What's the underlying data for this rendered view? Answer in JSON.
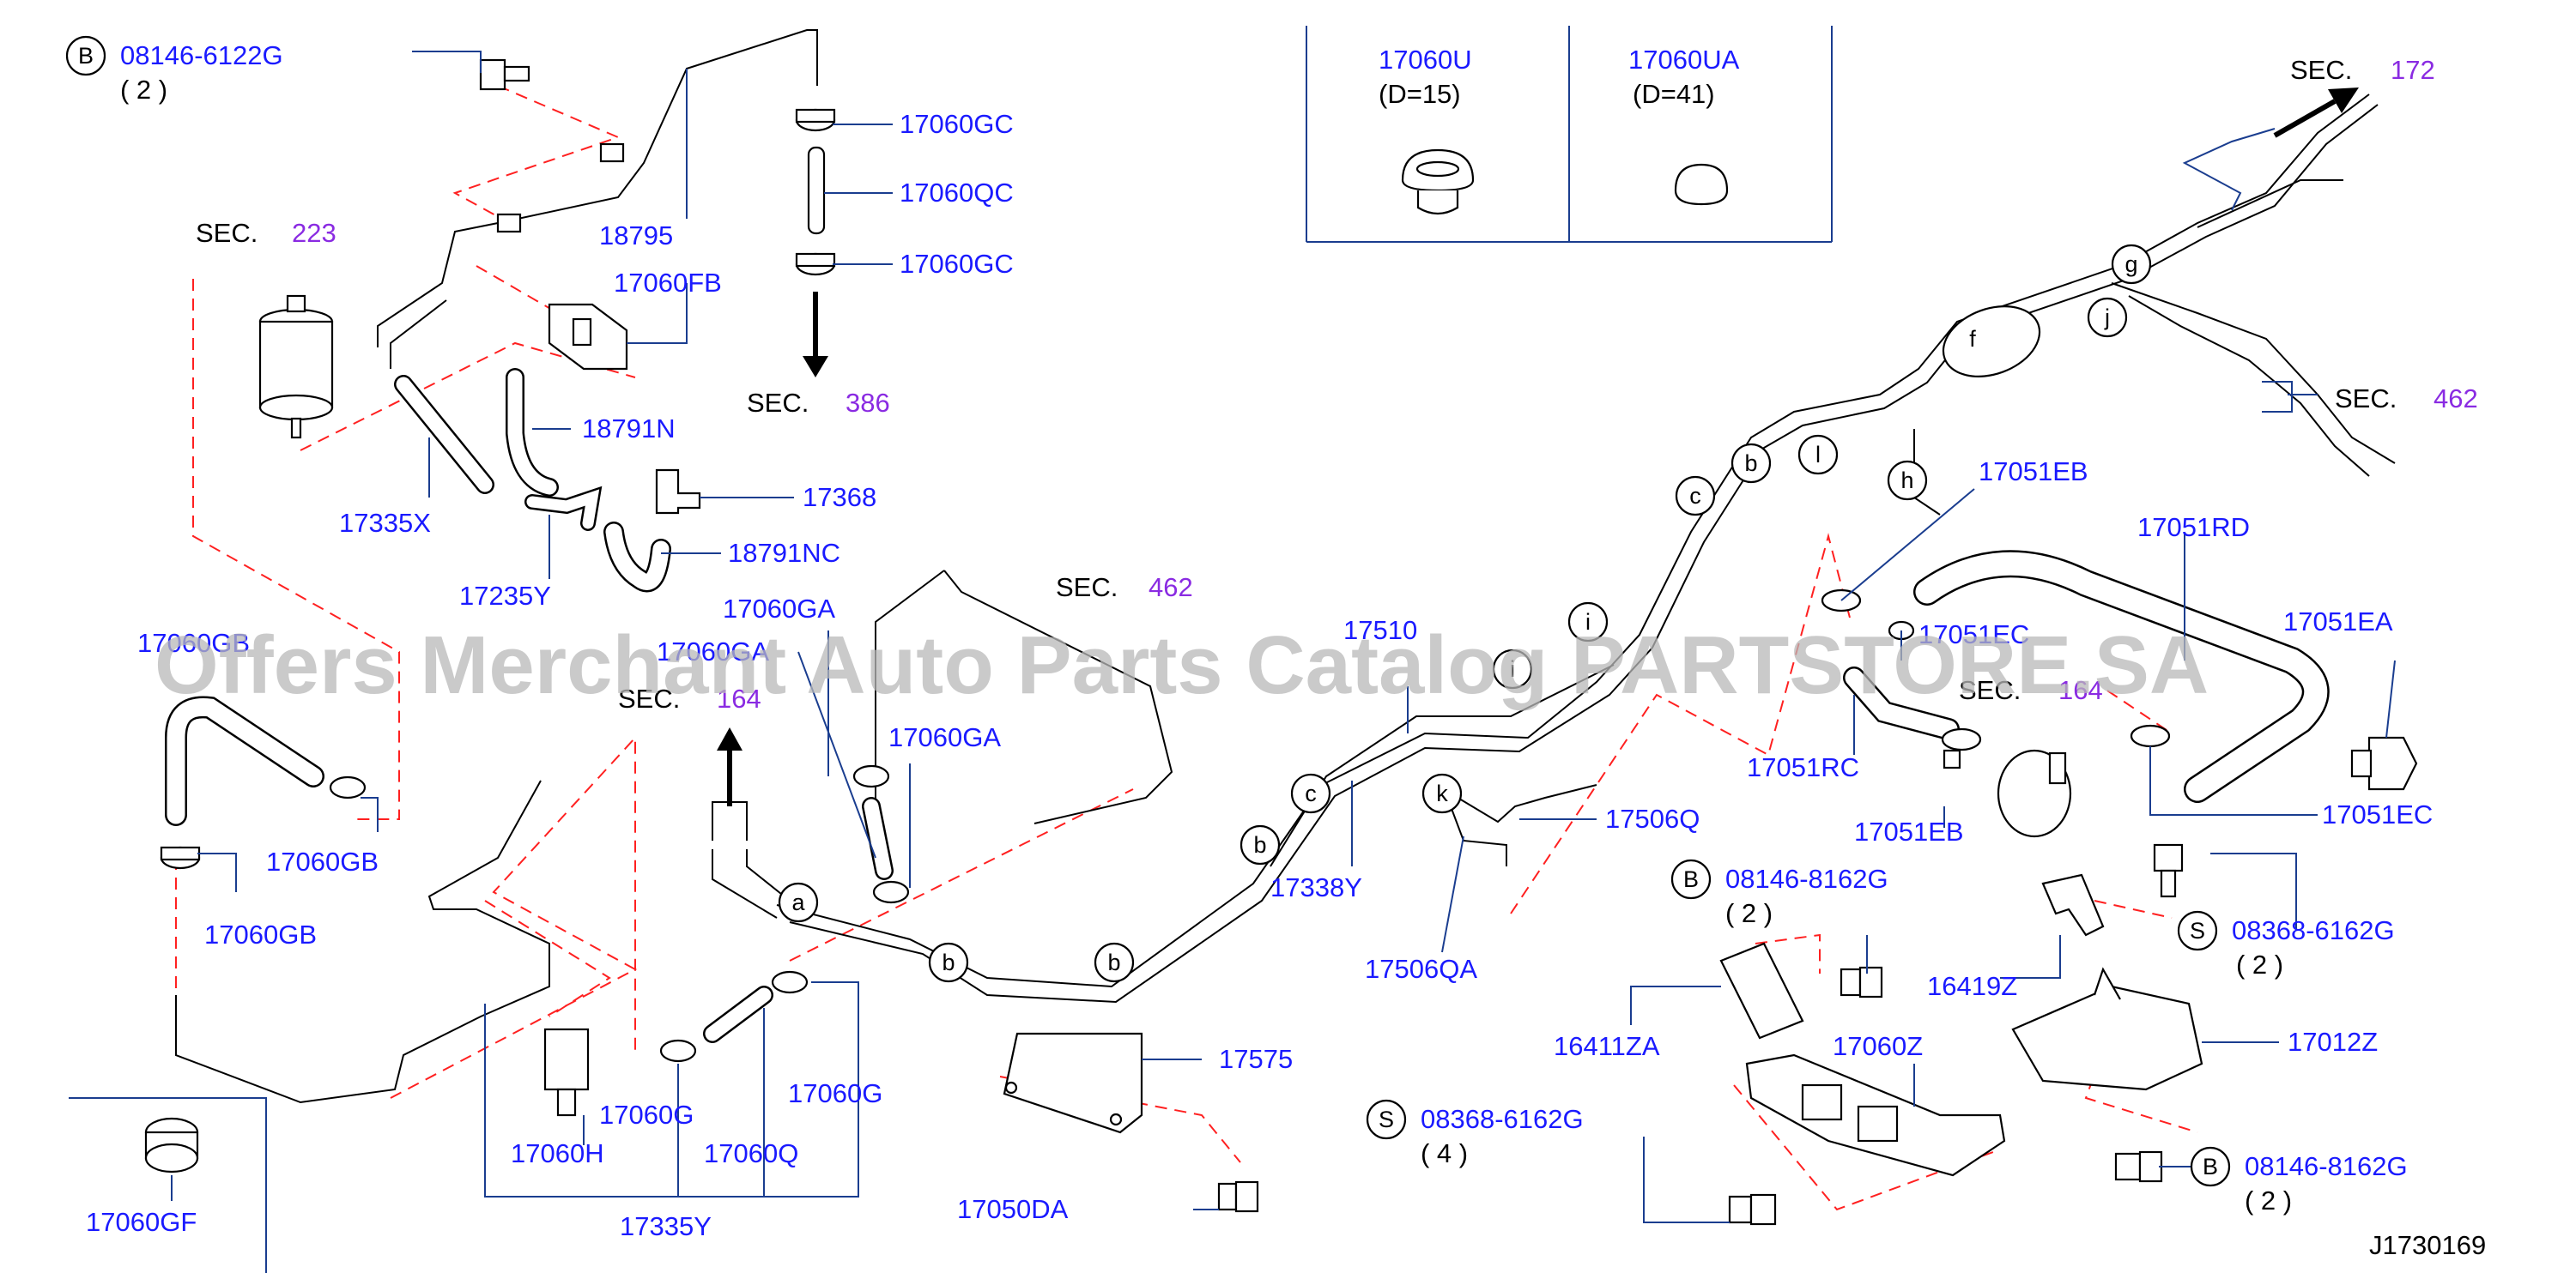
{
  "diagram_id": "J1730169",
  "watermark": "Offers Merchant Auto Parts Catalog PARTSTORE.SA",
  "labels": {
    "l_08146_6122G": "08146-6122G",
    "l_qty2_a": "( 2 )",
    "l_17060GC_a": "17060GC",
    "l_17060QC": "17060QC",
    "l_17060GC_b": "17060GC",
    "l_18795": "18795",
    "l_17060FB": "17060FB",
    "l_18791N": "18791N",
    "l_17368": "17368",
    "l_17335X": "17335X",
    "l_18791NC": "18791NC",
    "l_17235Y": "17235Y",
    "l_17060GA_a": "17060GA",
    "l_17060GA_b": "17060GA",
    "l_17060GA_c": "17060GA",
    "l_17060GB_top": "17060GB",
    "l_17060GB_a": "17060GB",
    "l_17060GB_b": "17060GB",
    "l_17060G_a": "17060G",
    "l_17060G_b": "17060G",
    "l_17060H": "17060H",
    "l_17060Q": "17060Q",
    "l_17335Y": "17335Y",
    "l_17060GF": "17060GF",
    "l_17575": "17575",
    "l_17050DA": "17050DA",
    "l_17510": "17510",
    "l_17338Y": "17338Y",
    "l_17506Q": "17506Q",
    "l_17506QA": "17506QA",
    "l_17060U": "17060U",
    "l_D15": "(D=15)",
    "l_17060UA": "17060UA",
    "l_D41": "(D=41)",
    "l_17051EB_a": "17051EB",
    "l_17051EB_b": "17051EB",
    "l_17051RD": "17051RD",
    "l_17051EC_a": "17051EC",
    "l_17051EC_b": "17051EC",
    "l_17051EA": "17051EA",
    "l_17051RC": "17051RC",
    "l_08146_8162G_a": "08146-8162G",
    "l_qty2_b": "( 2 )",
    "l_08368_6162G_a": "08368-6162G",
    "l_qty2_c": "( 2 )",
    "l_16419Z": "16419Z",
    "l_16411ZA": "16411ZA",
    "l_17060Z": "17060Z",
    "l_17012Z": "17012Z",
    "l_08368_6162G_b": "08368-6162G",
    "l_qty4": "( 4 )",
    "l_08146_8162G_b": "08146-8162G",
    "l_qty2_d": "( 2 )"
  },
  "sections": {
    "sec_word": "SEC.",
    "sec_223": "223",
    "sec_386": "386",
    "sec_462_a": "462",
    "sec_164_a": "164",
    "sec_164_b": "164",
    "sec_172": "172",
    "sec_462_b": "462"
  },
  "markers": {
    "B": "B",
    "S": "S"
  },
  "letters": {
    "a": "a",
    "b": "b",
    "c": "c",
    "f": "f",
    "g": "g",
    "h": "h",
    "i": "i",
    "j": "j",
    "k": "k",
    "l": "l"
  }
}
